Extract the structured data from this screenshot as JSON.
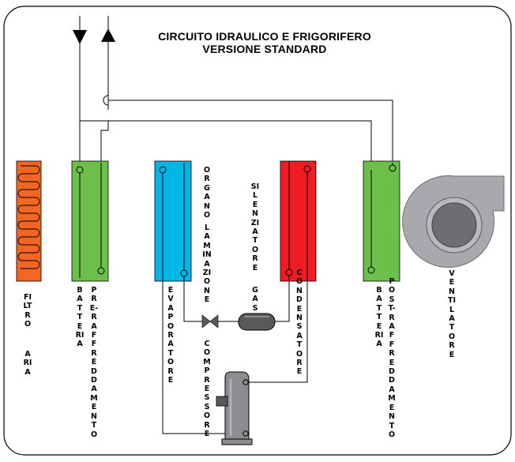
{
  "title": {
    "line1": "CIRCUITO IDRAULICO E FRIGORIFERO",
    "line2": "VERSIONE STANDARD"
  },
  "labels": {
    "filtro_aria": [
      "FILTRO",
      "ARIA"
    ],
    "batteria_pre": [
      "BATTERIA",
      "PRE-RAFFREDDAMENTO"
    ],
    "evaporatore": "EVAPORATORE",
    "organo_laminazione": [
      "ORGANO",
      "LAMINAZIONE"
    ],
    "compressore": "COMPRESSORE",
    "silenziatore_gas": [
      "SILENZIATORE",
      "GAS"
    ],
    "condensatore": "CONDENSATORE",
    "batteria_post": [
      "BATTERIA",
      "POST-RAFFREDDAMENTO"
    ],
    "ventilatore": "VENTILATORE"
  },
  "colors": {
    "filter": "#f26522",
    "pre_coil": "#6cc04a",
    "evaporator": "#00b6e6",
    "condenser": "#ee1c25",
    "post_coil": "#6cc04a",
    "fan": "#a7a9ac",
    "compressor": "#8b8d90",
    "pipe": "#000000"
  },
  "icons": {
    "flow_in": "arrow-down-icon",
    "flow_out": "arrow-up-icon",
    "expansion_valve": "expansion-valve-icon",
    "muffler": "gas-silencer-icon",
    "compressor": "compressor-icon",
    "fan": "centrifugal-fan-icon"
  }
}
